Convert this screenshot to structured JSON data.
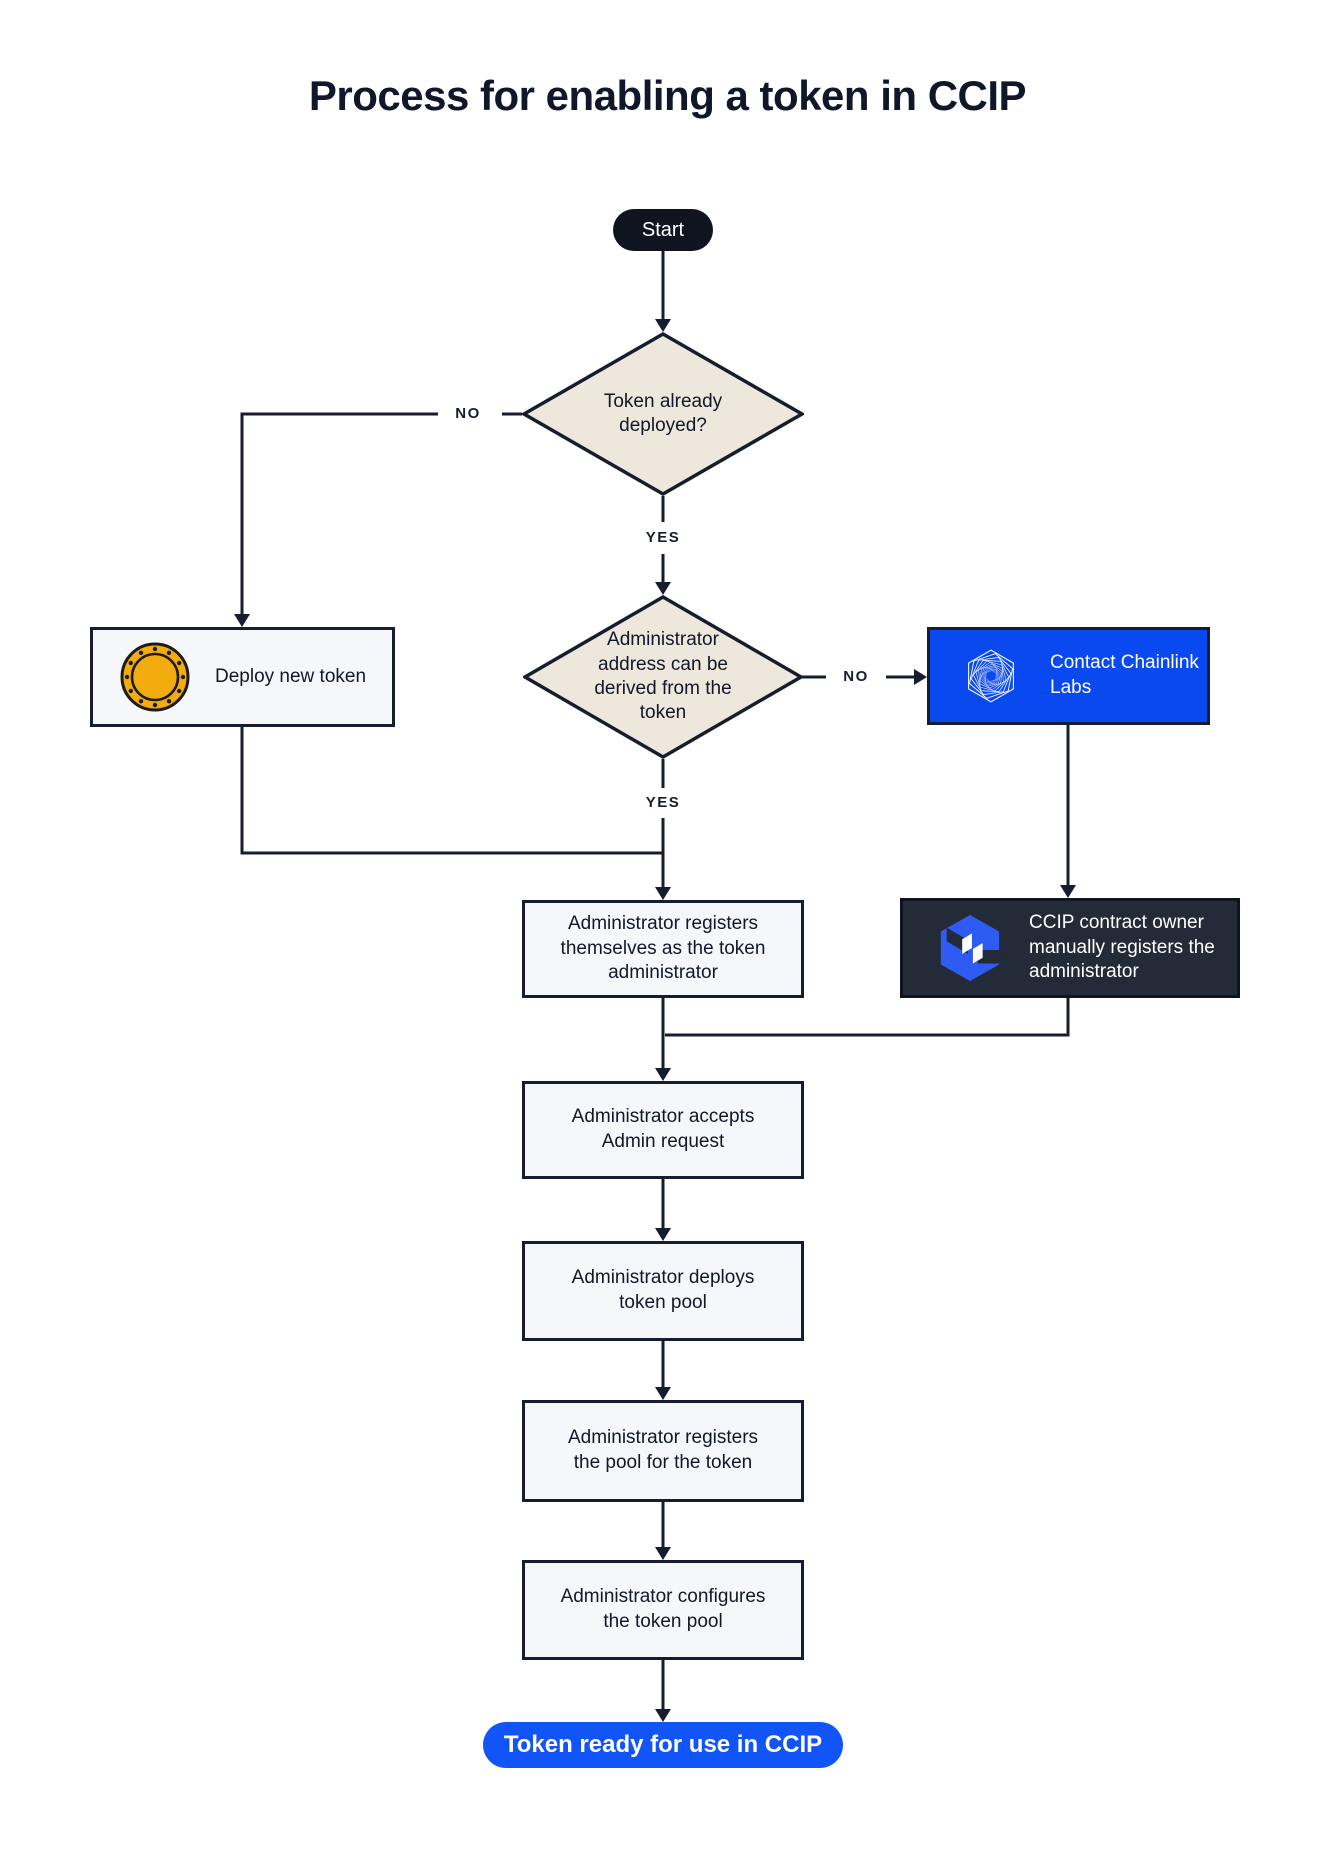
{
  "title": "Process for enabling a token in CCIP",
  "colors": {
    "navy_line": "#161D2F",
    "title_text": "#0F172A",
    "diamond_beige": "#EDE7DC",
    "light_box": "#F5F7FB",
    "contact_blue": "#0A48F0",
    "ready_pill_blue": "#1155F9",
    "dark_box": "#232B38",
    "coin_gold": "#F2AC0D",
    "ccip_icon_blue": "#2E5CF2"
  },
  "nodes": {
    "start": {
      "label": "Start"
    },
    "decision_token_deployed": {
      "label": "Token already deployed?"
    },
    "deploy_new_token": {
      "label": "Deploy new token",
      "icon": "coin-icon"
    },
    "decision_admin_address": {
      "label": "Administrator address can be derived from the token"
    },
    "contact_chainlink": {
      "label": "Contact Chainlink Labs",
      "icon": "chainlink-labs-icon"
    },
    "ccip_owner_registers": {
      "label": "CCIP contract owner manually registers the administrator",
      "icon": "ccip-icon"
    },
    "admin_registers": {
      "label": "Administrator registers themselves as the token administrator"
    },
    "admin_accepts": {
      "label": "Administrator accepts Admin request"
    },
    "admin_deploys_pool": {
      "label": "Administrator deploys token pool"
    },
    "admin_registers_pool": {
      "label": "Administrator registers the pool for the token"
    },
    "admin_configures_pool": {
      "label": "Administrator configures the token pool"
    },
    "token_ready": {
      "label": "Token ready for use in CCIP"
    }
  },
  "edge_labels": {
    "no1": "NO",
    "yes1": "YES",
    "no2": "NO",
    "yes2": "YES"
  }
}
